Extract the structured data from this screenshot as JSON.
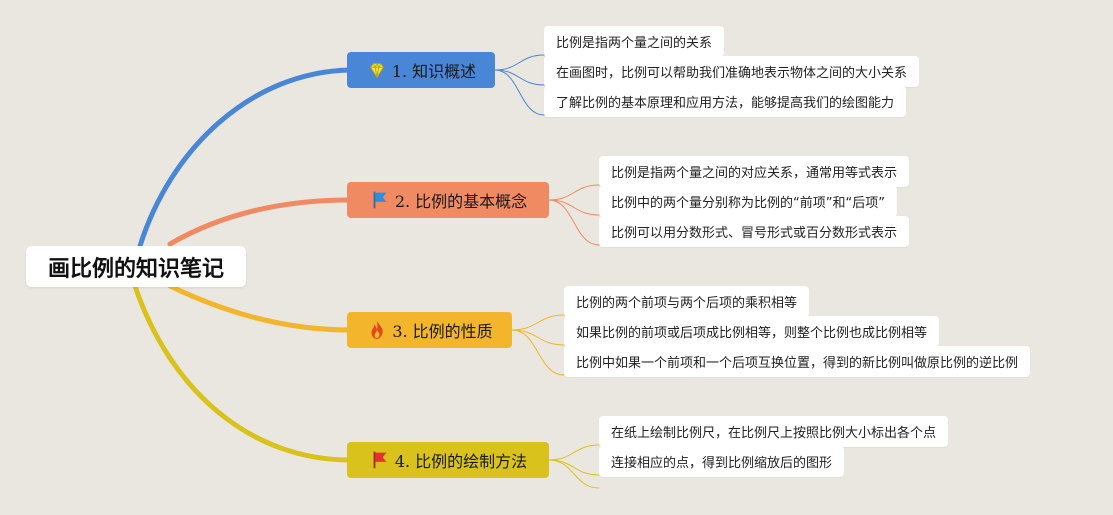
{
  "root": {
    "title": "画比例的知识笔记"
  },
  "colors": {
    "background": "#e9e7df",
    "b1": "#4a86d6",
    "b2": "#f08a62",
    "b3": "#f2b52c",
    "b4": "#d9c21c"
  },
  "branches": [
    {
      "label": "1. 知识概述",
      "icon": "gem-icon",
      "leaves": [
        "比例是指两个量之间的关系",
        "在画图时，比例可以帮助我们准确地表示物体之间的大小关系",
        "了解比例的基本原理和应用方法，能够提高我们的绘图能力"
      ]
    },
    {
      "label": "2. 比例的基本概念",
      "icon": "flag-blue-icon",
      "leaves": [
        "比例是指两个量之间的对应关系，通常用等式表示",
        "比例中的两个量分别称为比例的“前项”和“后项”",
        "比例可以用分数形式、冒号形式或百分数形式表示"
      ]
    },
    {
      "label": "3. 比例的性质",
      "icon": "fire-icon",
      "leaves": [
        "比例的两个前项与两个后项的乘积相等",
        "如果比例的前项或后项成比例相等，则整个比例也成比例相等",
        "比例中如果一个前项和一个后项互换位置，得到的新比例叫做原比例的逆比例"
      ]
    },
    {
      "label": "4. 比例的绘制方法",
      "icon": "flag-red-icon",
      "leaves": [
        "在纸上绘制比例尺，在比例尺上按照比例大小标出各个点",
        "连接相应的点，得到比例缩放后的图形"
      ]
    }
  ]
}
